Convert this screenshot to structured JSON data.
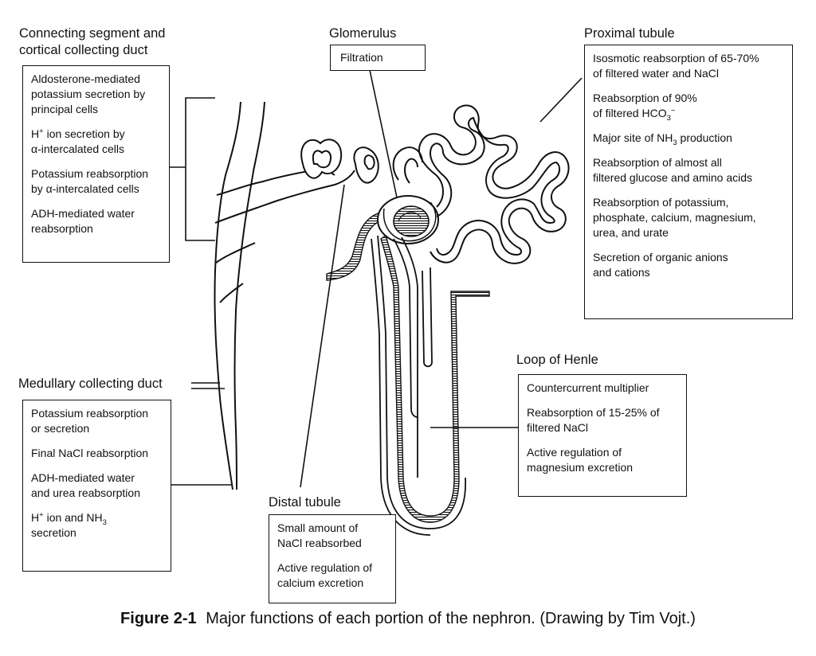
{
  "sections": {
    "connecting": {
      "title": [
        "Connecting segment and",
        "cortical collecting duct"
      ],
      "items": [
        [
          "Aldosterone-mediated",
          "potassium secretion by",
          "principal cells"
        ],
        [
          "H+ ion secretion by",
          "α-intercalated cells"
        ],
        [
          "Potassium reabsorption",
          "by α-intercalated cells"
        ],
        [
          "ADH-mediated water",
          "reabsorption"
        ]
      ]
    },
    "glomerulus": {
      "title": "Glomerulus",
      "items": [
        [
          "Filtration"
        ]
      ]
    },
    "proximal": {
      "title": "Proximal tubule",
      "items": [
        [
          "Isosmotic reabsorption of 65-70%",
          "of filtered water and NaCl"
        ],
        [
          "Reabsorption of 90%",
          "of filtered HCO3−"
        ],
        [
          "Major site of NH3 production"
        ],
        [
          "Reabsorption of almost all",
          "filtered glucose and amino acids"
        ],
        [
          "Reabsorption of potassium,",
          "phosphate, calcium, magnesium,",
          "urea, and urate"
        ],
        [
          "Secretion of organic anions",
          "and cations"
        ]
      ]
    },
    "loop": {
      "title": "Loop of Henle",
      "items": [
        [
          "Countercurrent multiplier"
        ],
        [
          "Reabsorption of 15-25% of",
          "filtered NaCl"
        ],
        [
          "Active regulation of",
          "magnesium excretion"
        ]
      ]
    },
    "medullary": {
      "title": "Medullary collecting duct",
      "items": [
        [
          "Potassium reabsorption",
          "or secretion"
        ],
        [
          "Final NaCl reabsorption"
        ],
        [
          "ADH-mediated water",
          "and urea reabsorption"
        ],
        [
          "H+ ion and NH3",
          "secretion"
        ]
      ]
    },
    "distal": {
      "title": "Distal tubule",
      "items": [
        [
          "Small amount of",
          "NaCl reabsorbed"
        ],
        [
          "Active regulation of",
          "calcium excretion"
        ]
      ]
    }
  },
  "caption": {
    "label": "Figure 2-1",
    "text": "Major functions of each portion of the nephron.  (Drawing by Tim Vojt.)"
  }
}
